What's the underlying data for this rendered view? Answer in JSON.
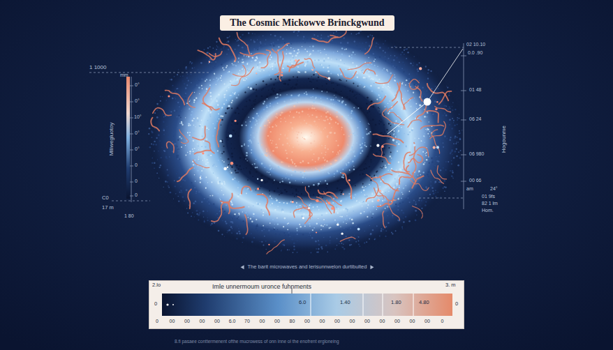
{
  "diagram": {
    "title": "The Cosmic Mickowve Brinckgwund",
    "caption": "The barit microwaves and lerisunnwelon durtibulted",
    "nodes": [
      {
        "text": [
          "Imle unnermoum uronce fuhnments"
        ]
      }
    ],
    "labels": [
      "1 1000",
      "mm",
      "Mlliwegluotoy",
      "0°",
      "0°",
      "10°",
      "0°",
      "0°",
      "0",
      "0",
      "0",
      "C0",
      "17 m",
      "1 80",
      "02 10.10",
      "0.0 .90",
      "01 48",
      "06 24",
      "06 980",
      "00 66",
      "am",
      "24°",
      "01 9fs",
      "82 1 lm",
      "Hom.",
      "Hogounme",
      "2.lo",
      "3. m",
      "0",
      "0",
      "6.0",
      "1.40",
      "1.80",
      "4.80",
      "0",
      "00",
      "00",
      "00",
      "00",
      "6.0",
      "70",
      "00",
      "00",
      "80",
      "00",
      "00",
      "00",
      "00",
      "00",
      "00",
      "00",
      "00",
      "00",
      "0",
      "8.fi pasaee conttermenent ofthe mucrowess of onn inne ol the enofrent ergloneing"
    ]
  }
}
